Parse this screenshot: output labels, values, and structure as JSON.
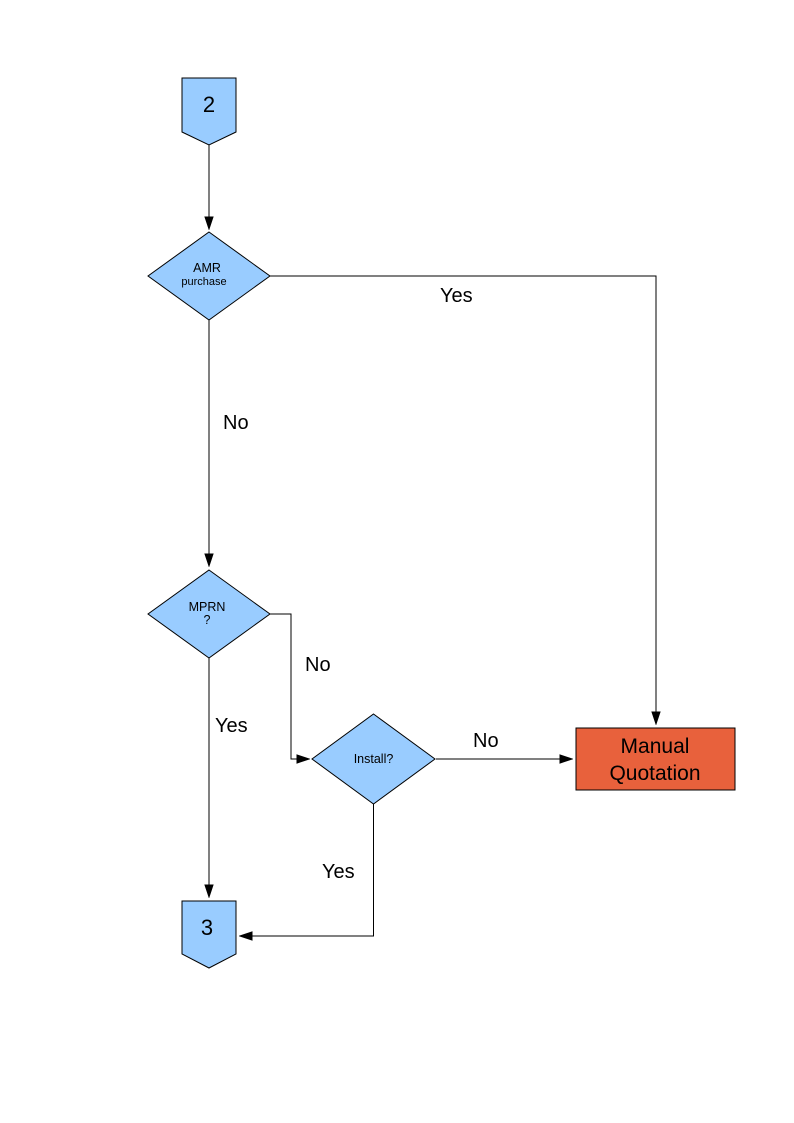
{
  "diagram": {
    "colors": {
      "node_fill": "#99CCFF",
      "node_border": "#000000",
      "line_color": "#000000",
      "manual_quotation_fill": "#E8613C",
      "label_color": "#000000"
    },
    "nodes": {
      "offpage_connector_2": {
        "type": "off-page-connector",
        "label": "2"
      },
      "amr_purchase_decision": {
        "type": "decision",
        "line1": "AMR",
        "line2": "purchase"
      },
      "mprn_decision": {
        "type": "decision",
        "line1": "MPRN",
        "line2": "?"
      },
      "install_decision": {
        "type": "decision",
        "label": "Install?"
      },
      "manual_quotation": {
        "type": "process",
        "line1": "Manual",
        "line2": "Quotation"
      },
      "offpage_connector_3": {
        "type": "off-page-connector",
        "label": "3"
      }
    },
    "edges": {
      "connector2_to_amr": {
        "label": ""
      },
      "amr_yes_to_manual_quotation": {
        "label": "Yes"
      },
      "amr_no_to_mprn": {
        "label": "No"
      },
      "mprn_no_to_install": {
        "label": "No"
      },
      "mprn_yes_to_connector3": {
        "label": "Yes"
      },
      "install_no_to_manual_quotation": {
        "label": "No"
      },
      "install_yes_to_connector3": {
        "label": "Yes"
      }
    }
  }
}
